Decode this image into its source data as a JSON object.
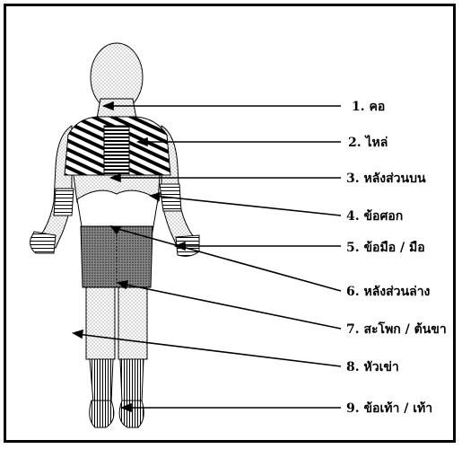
{
  "labels": [
    {
      "id": "neck",
      "text": "1. คอ"
    },
    {
      "id": "shoulders",
      "text": "2. ไหล่"
    },
    {
      "id": "upper_back",
      "text": "3. หลังส่วนบน"
    },
    {
      "id": "elbows",
      "text": "4. ข้อศอก"
    },
    {
      "id": "wrists_hands",
      "text": "5. ข้อมือ / มือ"
    },
    {
      "id": "lower_back",
      "text": "6. หลังส่วนล่าง"
    },
    {
      "id": "hips_thighs",
      "text": "7. สะโพก / ต้นขา"
    },
    {
      "id": "knees",
      "text": "8. หัวเข่า"
    },
    {
      "id": "ankles_feet",
      "text": "9. ข้อเท้า / เท้า"
    }
  ],
  "colors": {
    "ink": "#000000",
    "paper": "#ffffff",
    "dots": "#9a9a9a",
    "dark_dots": "#555555"
  }
}
